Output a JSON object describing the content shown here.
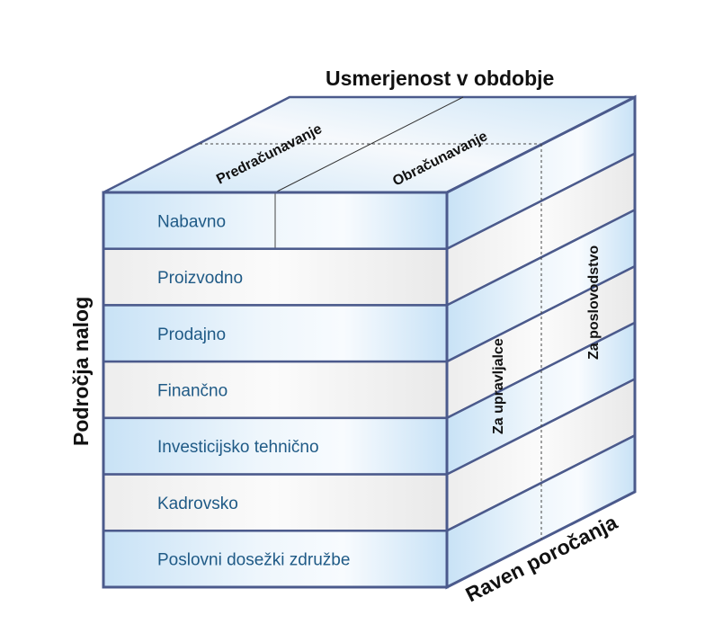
{
  "top_axis_title": "Usmerjenost v obdobje",
  "left_axis_title": "Področja nalog",
  "depth_axis_title": "Raven poročanja",
  "top_columns": [
    "Predračunavanje",
    "Obračunavanje"
  ],
  "side_columns": [
    "Za upravljalce",
    "Za poslovodstvo"
  ],
  "rows": [
    "Nabavno",
    "Proizvodno",
    "Prodajno",
    "Finančno",
    "Investicijsko tehnično",
    "Kadrovsko",
    "Poslovni dosežki združbe"
  ],
  "colors": {
    "row_blue": "#cfe6f7",
    "row_gray": "#f3f3f3",
    "edge": "#4b5a8c",
    "label_blue": "#1f5a86"
  }
}
